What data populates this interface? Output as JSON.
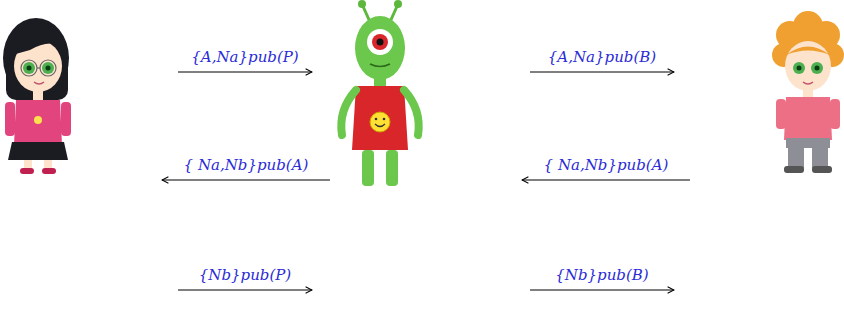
{
  "diagram": {
    "labels": [
      "{A,Na}pub(P)",
      "{A,Na}pub(B)",
      "{ Na,Nb}pub(A)",
      "{ Na,Nb}pub(A)",
      "{Nb}pub(P)",
      "{Nb}pub(B)"
    ]
  }
}
